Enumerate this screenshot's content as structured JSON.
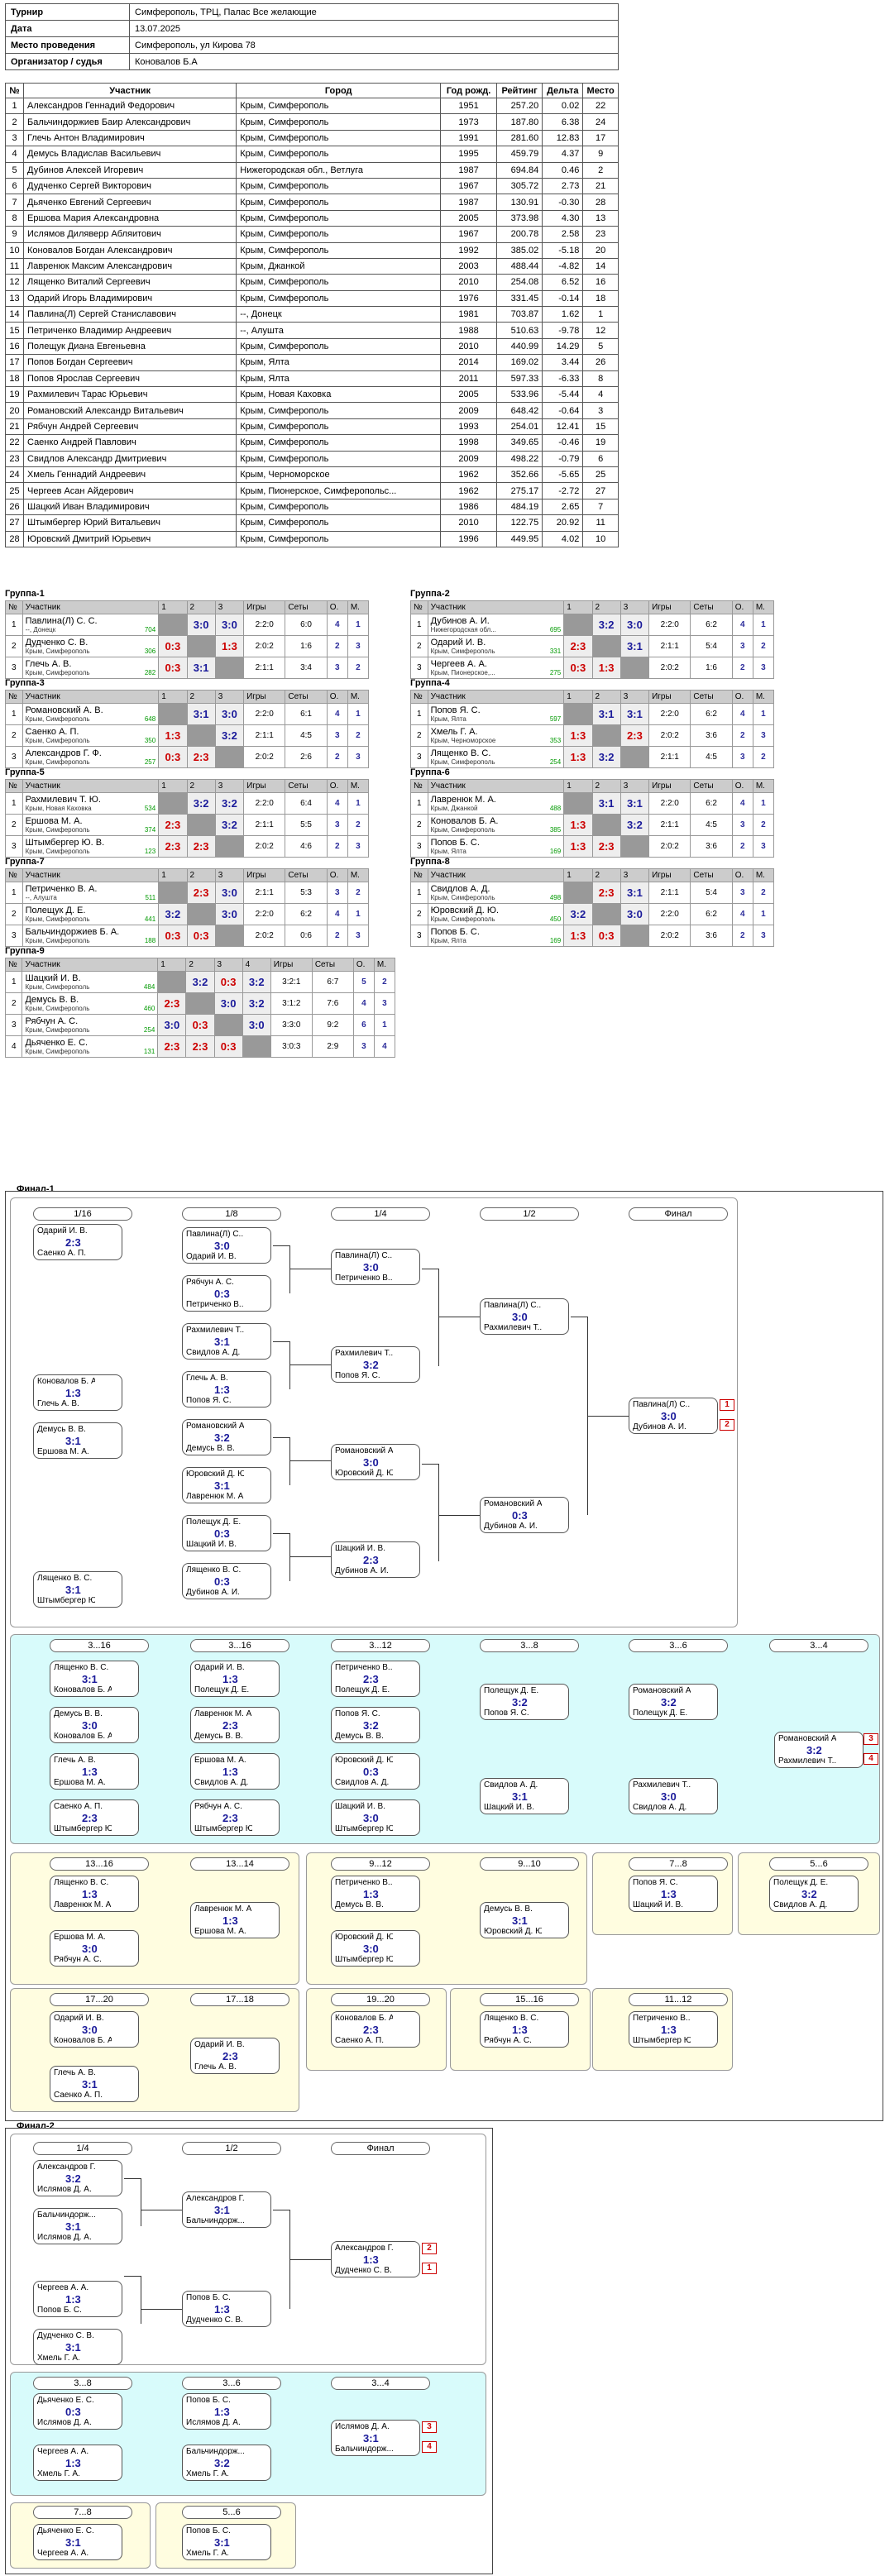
{
  "info": [
    {
      "k": "Турнир",
      "v": "Симферополь, ТРЦ, Палас Все желающие"
    },
    {
      "k": "Дата",
      "v": "13.07.2025"
    },
    {
      "k": "Место проведения",
      "v": "Симферополь, ул Кирова 78"
    },
    {
      "k": "Организатор / судья",
      "v": "Коновалов Б.А"
    }
  ],
  "plist": {
    "headers": [
      "№",
      "Участник",
      "Город",
      "Год рожд.",
      "Рейтинг",
      "Дельта",
      "Место"
    ],
    "rows": [
      [
        "1",
        "Александров Геннадий Федорович",
        "Крым, Симферополь",
        "1951",
        "257.20",
        "0.02",
        "22"
      ],
      [
        "2",
        "Бальчиндоржиев Баир Александрович",
        "Крым, Симферополь",
        "1973",
        "187.80",
        "6.38",
        "24"
      ],
      [
        "3",
        "Глечь Антон Владимирович",
        "Крым, Симферополь",
        "1991",
        "281.60",
        "12.83",
        "17"
      ],
      [
        "4",
        "Демусь Владислав Васильевич",
        "Крым, Симферополь",
        "1995",
        "459.79",
        "4.37",
        "9"
      ],
      [
        "5",
        "Дубинов Алексей Игоревич",
        "Нижегородская обл., Ветлуга",
        "1987",
        "694.84",
        "0.46",
        "2"
      ],
      [
        "6",
        "Дудченко Сергей Викторович",
        "Крым, Симферополь",
        "1967",
        "305.72",
        "2.73",
        "21"
      ],
      [
        "7",
        "Дьяченко Евгений Сергеевич",
        "Крым, Симферополь",
        "1987",
        "130.91",
        "-0.30",
        "28"
      ],
      [
        "8",
        "Ершова Мария Александровна",
        "Крым, Симферополь",
        "2005",
        "373.98",
        "4.30",
        "13"
      ],
      [
        "9",
        "Ислямов Диляверр Абляитович",
        "Крым, Симферополь",
        "1967",
        "200.78",
        "2.58",
        "23"
      ],
      [
        "10",
        "Коновалов Богдан Александрович",
        "Крым, Симферополь",
        "1992",
        "385.02",
        "-5.18",
        "20"
      ],
      [
        "11",
        "Лавренюк Максим Александрович",
        "Крым, Джанкой",
        "2003",
        "488.44",
        "-4.82",
        "14"
      ],
      [
        "12",
        "Лященко Виталий Сергеевич",
        "Крым, Симферополь",
        "2010",
        "254.08",
        "6.52",
        "16"
      ],
      [
        "13",
        "Одарий Игорь Владимирович",
        "Крым, Симферополь",
        "1976",
        "331.45",
        "-0.14",
        "18"
      ],
      [
        "14",
        "Павлина(Л) Сергей Станиславович",
        "--, Донецк",
        "1981",
        "703.87",
        "1.62",
        "1"
      ],
      [
        "15",
        "Петриченко Владимир Андреевич",
        "--, Алушта",
        "1988",
        "510.63",
        "-9.78",
        "12"
      ],
      [
        "16",
        "Полещук Диана Евгеньевна",
        "Крым, Симферополь",
        "2010",
        "440.99",
        "14.29",
        "5"
      ],
      [
        "17",
        "Попов Богдан Сергеевич",
        "Крым, Ялта",
        "2014",
        "169.02",
        "3.44",
        "26"
      ],
      [
        "18",
        "Попов Ярослав Сергеевич",
        "Крым, Ялта",
        "2011",
        "597.33",
        "-6.33",
        "8"
      ],
      [
        "19",
        "Рахмилевич Тарас Юрьевич",
        "Крым, Новая Каховка",
        "2005",
        "533.96",
        "-5.44",
        "4"
      ],
      [
        "20",
        "Романовский Александр Витальевич",
        "Крым, Симферополь",
        "2009",
        "648.42",
        "-0.64",
        "3"
      ],
      [
        "21",
        "Рябчун Андрей Сергеевич",
        "Крым, Симферополь",
        "1993",
        "254.01",
        "12.41",
        "15"
      ],
      [
        "22",
        "Саенко Андрей Павлович",
        "Крым, Симферополь",
        "1998",
        "349.65",
        "-0.46",
        "19"
      ],
      [
        "23",
        "Свидлов Александр Дмитриевич",
        "Крым, Симферополь",
        "2009",
        "498.22",
        "-0.79",
        "6"
      ],
      [
        "24",
        "Хмель Геннадий Андреевич",
        "Крым, Черноморское",
        "1962",
        "352.66",
        "-5.65",
        "25"
      ],
      [
        "25",
        "Чергеев Асан Айдерович",
        "Крым, Пионерское, Симферопольс...",
        "1962",
        "275.17",
        "-2.72",
        "27"
      ],
      [
        "26",
        "Шацкий Иван Владимирович",
        "Крым, Симферополь",
        "1986",
        "484.19",
        "2.65",
        "7"
      ],
      [
        "27",
        "Штымбергер Юрий Витальевич",
        "Крым, Симферополь",
        "2010",
        "122.75",
        "20.92",
        "11"
      ],
      [
        "28",
        "Юровский Дмитрий Юрьевич",
        "Крым, Симферополь",
        "1996",
        "449.95",
        "4.02",
        "10"
      ]
    ]
  },
  "groups": [
    {
      "title": "Группа-1",
      "cols": [
        "№",
        "Участник",
        "1",
        "2",
        "3",
        "Игры",
        "Сеты",
        "О.",
        "М."
      ],
      "rows": [
        {
          "n": "1",
          "name": "Павлина(Л) С. С.",
          "city": "--, Донецк",
          "r": "704",
          "c": [
            "",
            "3:0",
            "3:0"
          ],
          "g": "2:2:0",
          "s": "6:0",
          "o": "4",
          "m": "1"
        },
        {
          "n": "2",
          "name": "Дудченко С. В.",
          "city": "Крым, Симферополь",
          "r": "306",
          "c": [
            "0:3",
            "",
            "1:3"
          ],
          "g": "2:0:2",
          "s": "1:6",
          "o": "2",
          "m": "3"
        },
        {
          "n": "3",
          "name": "Глечь А. В.",
          "city": "Крым, Симферополь",
          "r": "282",
          "c": [
            "0:3",
            "3:1",
            ""
          ],
          "g": "2:1:1",
          "s": "3:4",
          "o": "3",
          "m": "2"
        }
      ]
    },
    {
      "title": "Группа-2",
      "cols": [
        "№",
        "Участник",
        "1",
        "2",
        "3",
        "Игры",
        "Сеты",
        "О.",
        "М."
      ],
      "rows": [
        {
          "n": "1",
          "name": "Дубинов А. И.",
          "city": "Нижегородская обл...",
          "r": "695",
          "c": [
            "",
            "3:2",
            "3:0"
          ],
          "g": "2:2:0",
          "s": "6:2",
          "o": "4",
          "m": "1"
        },
        {
          "n": "2",
          "name": "Одарий И. В.",
          "city": "Крым, Симферополь",
          "r": "331",
          "c": [
            "2:3",
            "",
            "3:1"
          ],
          "g": "2:1:1",
          "s": "5:4",
          "o": "3",
          "m": "2"
        },
        {
          "n": "3",
          "name": "Чергеев А. А.",
          "city": "Крым, Пионерское,...",
          "r": "275",
          "c": [
            "0:3",
            "1:3",
            ""
          ],
          "g": "2:0:2",
          "s": "1:6",
          "o": "2",
          "m": "3"
        }
      ]
    },
    {
      "title": "Группа-3",
      "cols": [
        "№",
        "Участник",
        "1",
        "2",
        "3",
        "Игры",
        "Сеты",
        "О.",
        "М."
      ],
      "rows": [
        {
          "n": "1",
          "name": "Романовский А. В.",
          "city": "Крым, Симферополь",
          "r": "648",
          "c": [
            "",
            "3:1",
            "3:0"
          ],
          "g": "2:2:0",
          "s": "6:1",
          "o": "4",
          "m": "1"
        },
        {
          "n": "2",
          "name": "Саенко А. П.",
          "city": "Крым, Симферополь",
          "r": "350",
          "c": [
            "1:3",
            "",
            "3:2"
          ],
          "g": "2:1:1",
          "s": "4:5",
          "o": "3",
          "m": "2"
        },
        {
          "n": "3",
          "name": "Александров Г. Ф.",
          "city": "Крым, Симферополь",
          "r": "257",
          "c": [
            "0:3",
            "2:3",
            ""
          ],
          "g": "2:0:2",
          "s": "2:6",
          "o": "2",
          "m": "3"
        }
      ]
    },
    {
      "title": "Группа-4",
      "cols": [
        "№",
        "Участник",
        "1",
        "2",
        "3",
        "Игры",
        "Сеты",
        "О.",
        "М."
      ],
      "rows": [
        {
          "n": "1",
          "name": "Попов Я. С.",
          "city": "Крым, Ялта",
          "r": "597",
          "c": [
            "",
            "3:1",
            "3:1"
          ],
          "g": "2:2:0",
          "s": "6:2",
          "o": "4",
          "m": "1"
        },
        {
          "n": "2",
          "name": "Хмель Г. А.",
          "city": "Крым, Черноморское",
          "r": "353",
          "c": [
            "1:3",
            "",
            "2:3"
          ],
          "g": "2:0:2",
          "s": "3:6",
          "o": "2",
          "m": "3"
        },
        {
          "n": "3",
          "name": "Лященко В. С.",
          "city": "Крым, Симферополь",
          "r": "254",
          "c": [
            "1:3",
            "3:2",
            ""
          ],
          "g": "2:1:1",
          "s": "4:5",
          "o": "3",
          "m": "2"
        }
      ]
    },
    {
      "title": "Группа-5",
      "cols": [
        "№",
        "Участник",
        "1",
        "2",
        "3",
        "Игры",
        "Сеты",
        "О.",
        "М."
      ],
      "rows": [
        {
          "n": "1",
          "name": "Рахмилевич Т. Ю.",
          "city": "Крым, Новая Каховка",
          "r": "534",
          "c": [
            "",
            "3:2",
            "3:2"
          ],
          "g": "2:2:0",
          "s": "6:4",
          "o": "4",
          "m": "1"
        },
        {
          "n": "2",
          "name": "Ершова М. А.",
          "city": "Крым, Симферополь",
          "r": "374",
          "c": [
            "2:3",
            "",
            "3:2"
          ],
          "g": "2:1:1",
          "s": "5:5",
          "o": "3",
          "m": "2"
        },
        {
          "n": "3",
          "name": "Штымбергер Ю. В.",
          "city": "Крым, Симферополь",
          "r": "123",
          "c": [
            "2:3",
            "2:3",
            ""
          ],
          "g": "2:0:2",
          "s": "4:6",
          "o": "2",
          "m": "3"
        }
      ]
    },
    {
      "title": "Группа-6",
      "cols": [
        "№",
        "Участник",
        "1",
        "2",
        "3",
        "Игры",
        "Сеты",
        "О.",
        "М."
      ],
      "rows": [
        {
          "n": "1",
          "name": "Лавренюк М. А.",
          "city": "Крым, Джанкой",
          "r": "488",
          "c": [
            "",
            "3:1",
            "3:1"
          ],
          "g": "2:2:0",
          "s": "6:2",
          "o": "4",
          "m": "1"
        },
        {
          "n": "2",
          "name": "Коновалов Б. А.",
          "city": "Крым, Симферополь",
          "r": "385",
          "c": [
            "1:3",
            "",
            "3:2"
          ],
          "g": "2:1:1",
          "s": "4:5",
          "o": "3",
          "m": "2"
        },
        {
          "n": "3",
          "name": "Попов Б. С.",
          "city": "Крым, Ялта",
          "r": "169",
          "c": [
            "1:3",
            "2:3",
            ""
          ],
          "g": "2:0:2",
          "s": "3:6",
          "o": "2",
          "m": "3"
        }
      ]
    },
    {
      "title": "Группа-7",
      "cols": [
        "№",
        "Участник",
        "1",
        "2",
        "3",
        "Игры",
        "Сеты",
        "О.",
        "М."
      ],
      "rows": [
        {
          "n": "1",
          "name": "Петриченко В. А.",
          "city": "--, Алушта",
          "r": "511",
          "c": [
            "",
            "2:3",
            "3:0"
          ],
          "g": "2:1:1",
          "s": "5:3",
          "o": "3",
          "m": "2"
        },
        {
          "n": "2",
          "name": "Полещук Д. Е.",
          "city": "Крым, Симферополь",
          "r": "441",
          "c": [
            "3:2",
            "",
            "3:0"
          ],
          "g": "2:2:0",
          "s": "6:2",
          "o": "4",
          "m": "1"
        },
        {
          "n": "3",
          "name": "Бальчиндоржиев Б. А.",
          "city": "Крым, Симферополь",
          "r": "188",
          "c": [
            "0:3",
            "0:3",
            ""
          ],
          "g": "2:0:2",
          "s": "0:6",
          "o": "2",
          "m": "3"
        }
      ]
    },
    {
      "title": "Группа-8",
      "cols": [
        "№",
        "Участник",
        "1",
        "2",
        "3",
        "Игры",
        "Сеты",
        "О.",
        "М."
      ],
      "rows": [
        {
          "n": "1",
          "name": "Свидлов А. Д.",
          "city": "Крым, Симферополь",
          "r": "498",
          "c": [
            "",
            "2:3",
            "3:1"
          ],
          "g": "2:1:1",
          "s": "5:4",
          "o": "3",
          "m": "2"
        },
        {
          "n": "2",
          "name": "Юровский Д. Ю.",
          "city": "Крым, Симферополь",
          "r": "450",
          "c": [
            "3:2",
            "",
            "3:0"
          ],
          "g": "2:2:0",
          "s": "6:2",
          "o": "4",
          "m": "1"
        },
        {
          "n": "3",
          "name": "Попов Б. С.",
          "city": "Крым, Ялта",
          "r": "169",
          "c": [
            "1:3",
            "0:3",
            ""
          ],
          "g": "2:0:2",
          "s": "3:6",
          "o": "2",
          "m": "3"
        }
      ]
    },
    {
      "title": "Группа-9",
      "cols": [
        "№",
        "Участник",
        "1",
        "2",
        "3",
        "4",
        "Игры",
        "Сеты",
        "О.",
        "М."
      ],
      "rows": [
        {
          "n": "1",
          "name": "Шацкий И. В.",
          "city": "Крым, Симферополь",
          "r": "484",
          "c": [
            "",
            "3:2",
            "0:3",
            "3:2"
          ],
          "g": "3:2:1",
          "s": "6:7",
          "o": "5",
          "m": "2"
        },
        {
          "n": "2",
          "name": "Демусь В. В.",
          "city": "Крым, Симферополь",
          "r": "460",
          "c": [
            "2:3",
            "",
            "3:0",
            "3:2"
          ],
          "g": "3:1:2",
          "s": "7:6",
          "o": "4",
          "m": "3"
        },
        {
          "n": "3",
          "name": "Рябчун А. С.",
          "city": "Крым, Симферополь",
          "r": "254",
          "c": [
            "3:0",
            "0:3",
            "",
            "3:0"
          ],
          "g": "3:3:0",
          "s": "9:2",
          "o": "6",
          "m": "1"
        },
        {
          "n": "4",
          "name": "Дьяченко Е. С.",
          "city": "Крым, Симферополь",
          "r": "131",
          "c": [
            "2:3",
            "2:3",
            "0:3",
            ""
          ],
          "g": "3:0:3",
          "s": "2:9",
          "o": "3",
          "m": "4"
        }
      ]
    }
  ],
  "final1": {
    "title": "Финал-1",
    "r1": "1/16",
    "r2": "1/8",
    "r3": "1/4",
    "r4": "1/2",
    "r5": "Финал",
    "top": [
      {
        "a": "Одарий И. В.",
        "b": "Саенко А. П.",
        "s": "2:3"
      },
      {
        "a": "Павлина(Л) С...",
        "b": "Одарий И. В.",
        "s": "3:0"
      },
      {
        "a": "Рябчун А. С.",
        "b": "Петриченко В...",
        "s": "0:3"
      },
      {
        "a": "Рахмилевич Т...",
        "b": "Свидлов А. Д.",
        "s": "3:1"
      },
      {
        "a": "Глечь А. В.",
        "b": "Попов Я. С.",
        "s": "1:3"
      },
      {
        "a": "Романовский А...",
        "b": "Демусь В. В.",
        "s": "3:2"
      },
      {
        "a": "Юровский Д. Ю.",
        "b": "Лавренюк М. А.",
        "s": "3:1"
      },
      {
        "a": "Полещук Д. Е.",
        "b": "Шацкий И. В.",
        "s": "0:3"
      },
      {
        "a": "Лященко В. С.",
        "b": "Дубинов А. И.",
        "s": "0:3"
      }
    ],
    "qf": [
      {
        "a": "Павлина(Л) С...",
        "b": "Петриченко В...",
        "s": "3:0"
      },
      {
        "a": "Рахмилевич Т...",
        "b": "Попов Я. С.",
        "s": "3:2"
      },
      {
        "a": "Романовский А...",
        "b": "Юровский Д. Ю.",
        "s": "3:0"
      },
      {
        "a": "Шацкий И. В.",
        "b": "Дубинов А. И.",
        "s": "2:3"
      }
    ],
    "sf": [
      {
        "a": "Павлина(Л) С...",
        "b": "Рахмилевич Т...",
        "s": "3:0"
      },
      {
        "a": "Романовский А...",
        "b": "Дубинов А. И.",
        "s": "0:3"
      }
    ],
    "fin": {
      "a": "Павлина(Л) С...",
      "b": "Дубинов А. И.",
      "s": "3:0",
      "p1": "1",
      "p2": "2"
    },
    "r16": [
      {
        "a": "Коновалов Б. А.",
        "b": "Глечь А. В.",
        "s": "1:3"
      },
      {
        "a": "Демусь В. В.",
        "b": "Ершова М. А.",
        "s": "3:1"
      },
      {
        "a": "Лященко В. С.",
        "b": "Штымбергер Ю. В.",
        "s": "3:1"
      }
    ]
  },
  "final2": {
    "title": "Финал-2",
    "r1": "1/4",
    "r2": "1/2",
    "r3": "Финал",
    "qf": [
      {
        "a": "Александров Г...",
        "b": "Ислямов Д. А.",
        "s": "3:2"
      },
      {
        "a": "Бальчиндорж...",
        "b": "Ислямов Д. А.",
        "s": "3:1"
      },
      {
        "a": "Чергеев А. А.",
        "b": "Попов Б. С.",
        "s": "1:3"
      },
      {
        "a": "Дудченко С. В.",
        "b": "Хмель Г. А.",
        "s": "3:1"
      }
    ],
    "sf": [
      {
        "a": "Александров Г...",
        "b": "Бальчиндорж...",
        "s": "3:1"
      },
      {
        "a": "Попов Б. С.",
        "b": "Дудченко С. В.",
        "s": "1:3"
      }
    ],
    "fin": {
      "a": "Александров Г...",
      "b": "Дудченко С. В.",
      "s": "1:3",
      "p1": "2",
      "p2": "1"
    }
  }
}
